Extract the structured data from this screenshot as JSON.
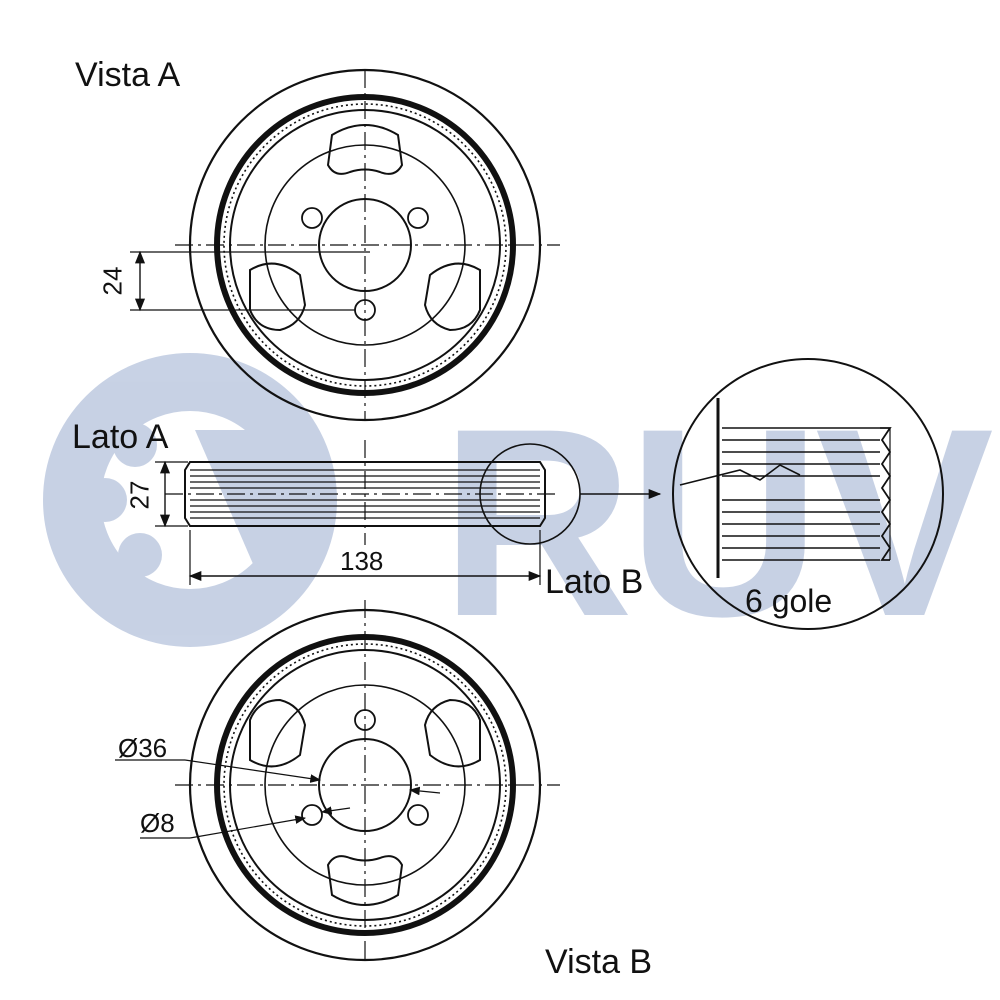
{
  "labels": {
    "vista_a": "Vista A",
    "lato_a": "Lato A",
    "lato_b": "Lato B",
    "vista_b": "Vista B",
    "gole": "6 gole"
  },
  "dimensions": {
    "bolt_offset": "24",
    "width": "27",
    "diameter": "138",
    "center_bore": "Ø36",
    "bolt_hole": "Ø8"
  },
  "watermark": {
    "text": "RUVILLE",
    "color": "#4a6aa8"
  },
  "colors": {
    "line": "#111111",
    "watermark": "#4a6aa8"
  }
}
